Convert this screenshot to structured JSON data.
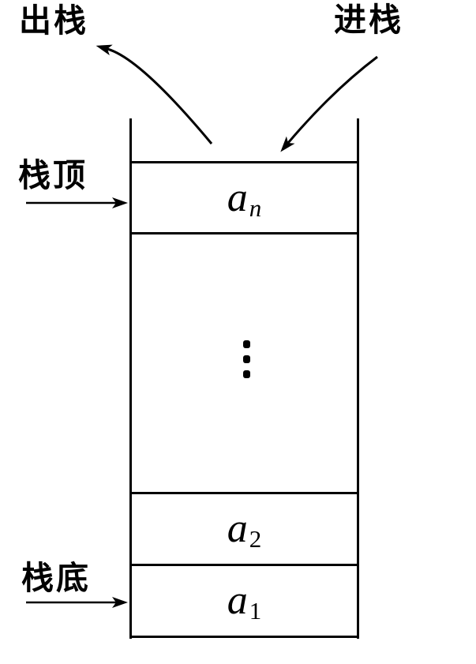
{
  "diagram": {
    "type": "stack-structure-diagram",
    "labels": {
      "pop": "出栈",
      "push": "进栈",
      "stack_top": "栈顶",
      "stack_bottom": "栈底"
    },
    "cells": [
      {
        "base": "a",
        "sub": "n"
      },
      {
        "base": "a",
        "sub": "2"
      },
      {
        "base": "a",
        "sub": "1"
      }
    ],
    "icons": {
      "vertical_ellipsis": "⋮"
    },
    "colors": {
      "line": "#000000",
      "background": "#ffffff"
    }
  }
}
